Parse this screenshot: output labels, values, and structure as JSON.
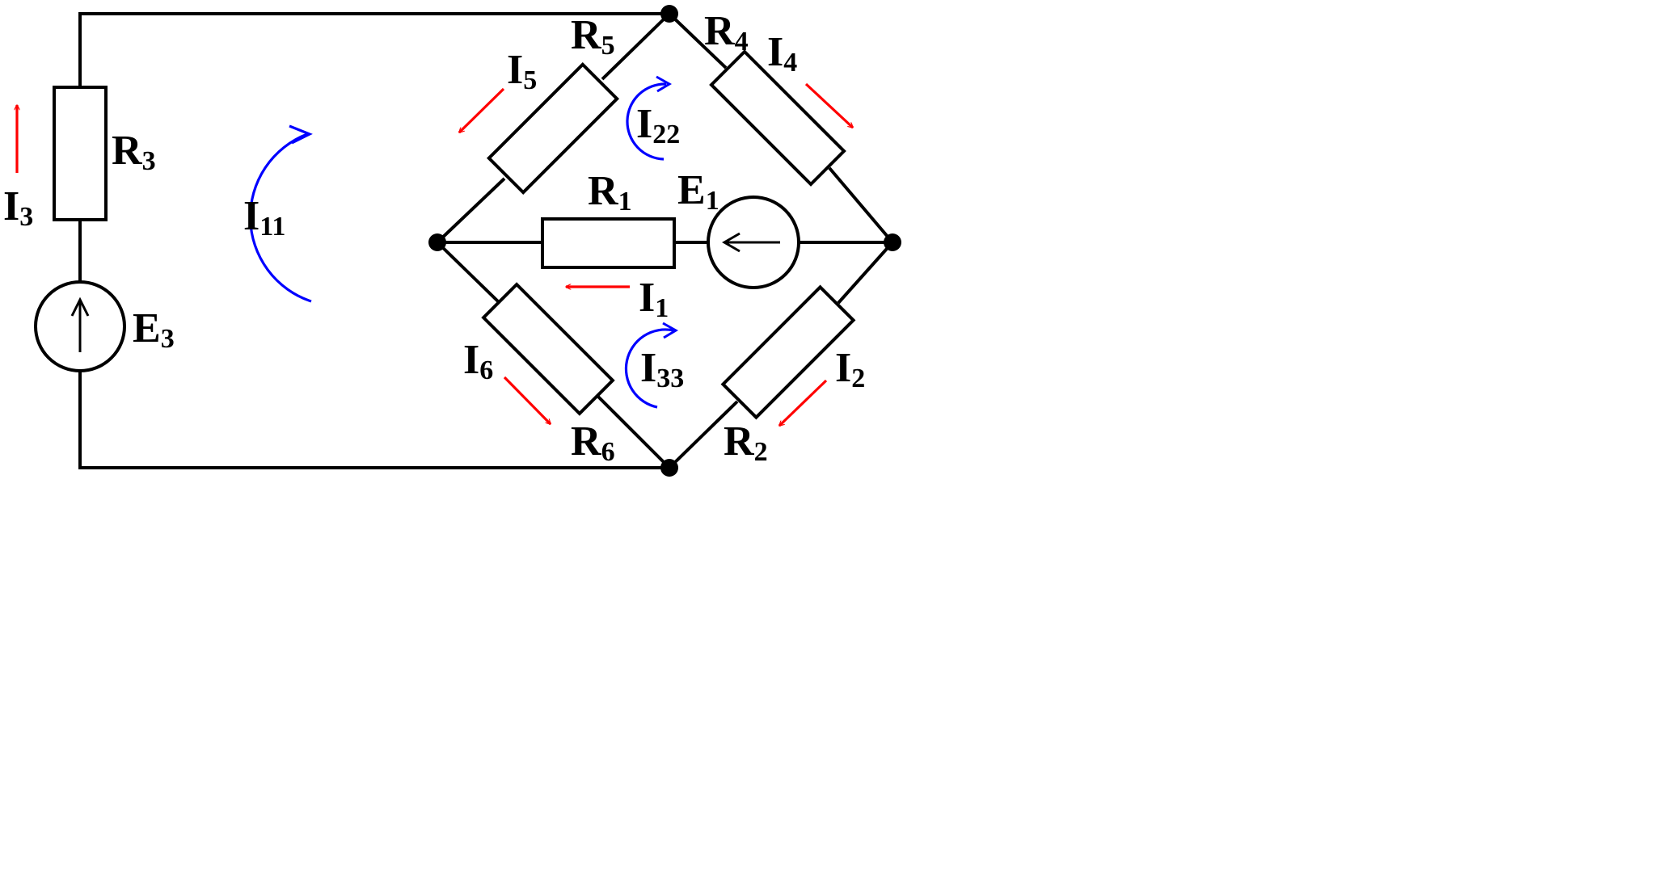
{
  "colors": {
    "wire": "#000000",
    "current_arrow": "#ff0000",
    "loop_arrow": "#0000ff",
    "background": "#ffffff"
  },
  "labels": {
    "R3": {
      "main": "R",
      "sub": "3"
    },
    "I3": {
      "main": "I",
      "sub": "3"
    },
    "E3": {
      "main": "E",
      "sub": "3"
    },
    "I11": {
      "main": "I",
      "sub": "11"
    },
    "R5": {
      "main": "R",
      "sub": "5"
    },
    "I5": {
      "main": "I",
      "sub": "5"
    },
    "R4": {
      "main": "R",
      "sub": "4"
    },
    "I4": {
      "main": "I",
      "sub": "4"
    },
    "I22": {
      "main": "I",
      "sub": "22"
    },
    "R1": {
      "main": "R",
      "sub": "1"
    },
    "E1": {
      "main": "E",
      "sub": "1"
    },
    "I1": {
      "main": "I",
      "sub": "1"
    },
    "I6": {
      "main": "I",
      "sub": "6"
    },
    "I33": {
      "main": "I",
      "sub": "33"
    },
    "I2": {
      "main": "I",
      "sub": "2"
    },
    "R6": {
      "main": "R",
      "sub": "6"
    },
    "R2": {
      "main": "R",
      "sub": "2"
    }
  }
}
